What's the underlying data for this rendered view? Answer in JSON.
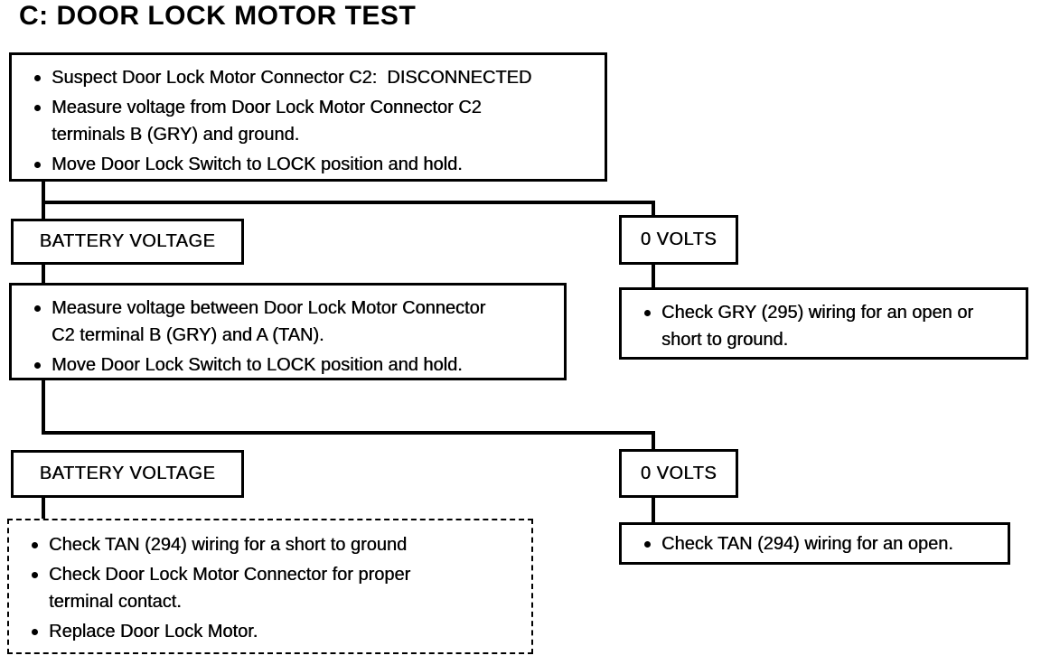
{
  "title": "C: DOOR LOCK MOTOR TEST",
  "boxes": {
    "step1": {
      "bullets": [
        "Suspect Door Lock Motor Connector C2:  DISCONNECTED",
        "Measure voltage from Door Lock Motor Connector C2\nterminals B (GRY) and ground.",
        "Move Door Lock Switch to LOCK position and hold."
      ]
    },
    "result1_left": {
      "label": "BATTERY VOLTAGE"
    },
    "result1_right": {
      "label": "0 VOLTS"
    },
    "step2": {
      "bullets": [
        "Measure voltage between Door Lock Motor Connector\nC2 terminal B (GRY) and A (TAN).",
        "Move Door Lock Switch to LOCK position and hold."
      ]
    },
    "action_gry": {
      "bullets": [
        "Check GRY (295) wiring for an open or\nshort to ground."
      ]
    },
    "result2_left": {
      "label": "BATTERY VOLTAGE"
    },
    "result2_right": {
      "label": "0 VOLTS"
    },
    "action_tan_short": {
      "bullets": [
        "Check TAN (294) wiring for a short to ground",
        "Check Door Lock Motor Connector for proper\nterminal contact.",
        "Replace Door Lock Motor."
      ]
    },
    "action_tan_open": {
      "bullets": [
        "Check TAN (294) wiring for an open."
      ]
    }
  }
}
